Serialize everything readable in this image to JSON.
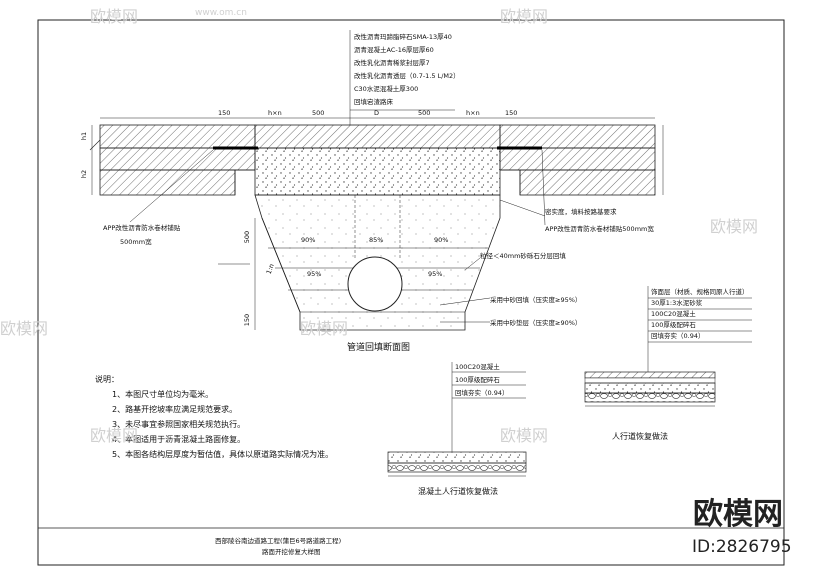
{
  "main_section": {
    "layer_notes": [
      "改性沥青玛蹄脂碎石SMA-13厚40",
      "沥青混凝土AC-16厚层厚60",
      "改性乳化沥青稀浆封层厚7",
      "改性乳化沥青透层（0.7-1.5 L/M2）",
      "C30水泥混凝土厚300",
      "回填宕渣路床"
    ],
    "dims_top": {
      "left_150": "150",
      "left_hxn": "h×n",
      "left_500": "500",
      "center_d": "D",
      "right_500": "500",
      "right_hxn": "h×n",
      "right_150": "150"
    },
    "dims_side": {
      "h1": "h1",
      "h2": "h2",
      "d500": "500",
      "slope": "1:n",
      "d150": "150"
    },
    "compaction": {
      "top_left": "90%",
      "top_mid": "85%",
      "top_right": "90%",
      "mid_left": "95%",
      "mid_right": "95%"
    },
    "callouts": {
      "dense": "密实度，填料按路基要求",
      "gravel": "粒径＜40mm砂砾石分层回填",
      "sand_fill": "采用中砂回填（压实度≥95%）",
      "sand_bed": "采用中砂垫层（压实度≥90%）",
      "app_left_1": "APP改性沥青防水卷材铺贴",
      "app_left_2": "500mm宽",
      "app_right": "APP改性沥青防水卷材铺贴500mm宽"
    },
    "title": "管道回填断面图"
  },
  "notes": {
    "heading": "说明：",
    "items": [
      "1、本图尺寸单位均为毫米。",
      "2、路基开挖坡率应满足规范要求。",
      "3、未尽事宜参照国家相关规范执行。",
      "4、本图适用于沥青混凝土路面修复。",
      "5、本图各结构层厚度为暂估值，具体以原道路实际情况为准。"
    ]
  },
  "concrete_walk": {
    "layers": [
      "100C20混凝土",
      "100厚级配碎石",
      "回填夯实（0.94）"
    ],
    "title": "混凝土人行道恢复做法"
  },
  "sidewalk": {
    "layers": [
      "饰面层（材质、规格同原人行道）",
      "30厚1:3水泥砂浆",
      "100C20混凝土",
      "100厚级配碎石",
      "回填夯实（0.94）"
    ],
    "title": "人行道恢复做法"
  },
  "title_block": {
    "project": "西部陵谷南边道路工程(蒲巨6号路道路工程)",
    "drawing": "路面开挖修复大样图"
  },
  "watermark": {
    "brand": "欧模网",
    "url": "www.om.cn",
    "id": "ID:2826795"
  }
}
